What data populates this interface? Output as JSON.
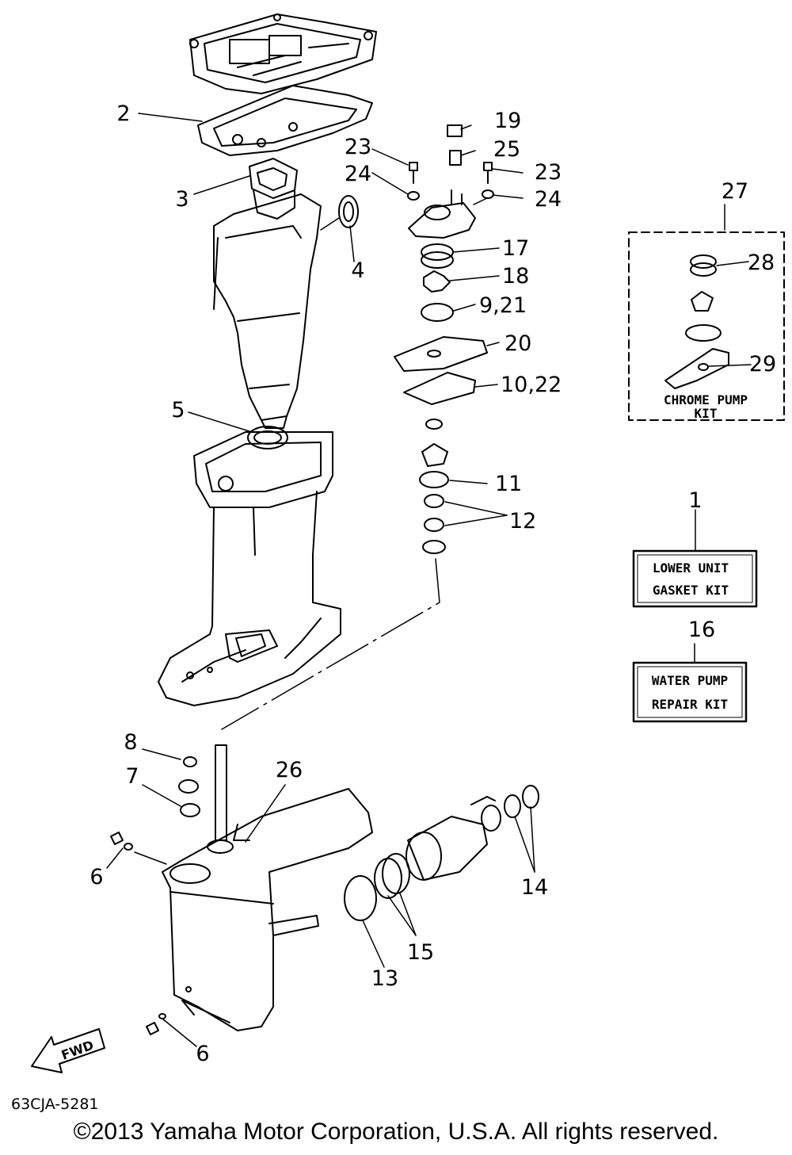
{
  "diagram": {
    "callouts": {
      "c1": "1",
      "c2": "2",
      "c3": "3",
      "c4": "4",
      "c5": "5",
      "c6a": "6",
      "c6b": "6",
      "c7": "7",
      "c8": "8",
      "c9_21": "9,21",
      "c10_22": "10,22",
      "c11": "11",
      "c12": "12",
      "c13": "13",
      "c14": "14",
      "c15": "15",
      "c16": "16",
      "c17": "17",
      "c18": "18",
      "c19": "19",
      "c20": "20",
      "c23a": "23",
      "c23b": "23",
      "c24a": "24",
      "c24b": "24",
      "c25": "25",
      "c26": "26",
      "c27": "27",
      "c28": "28",
      "c29": "29"
    },
    "chrome_kit": {
      "line1": "CHROME PUMP",
      "line2": "KIT"
    },
    "lower_unit_kit": {
      "line1": "LOWER UNIT",
      "line2": "GASKET KIT"
    },
    "water_pump_kit": {
      "line1": "WATER PUMP",
      "line2": "REPAIR KIT"
    },
    "fwd_label": "FWD"
  },
  "footer": {
    "code": "63CJA-5281",
    "copyright": "©2013 Yamaha Motor Corporation, U.S.A. All rights reserved."
  }
}
